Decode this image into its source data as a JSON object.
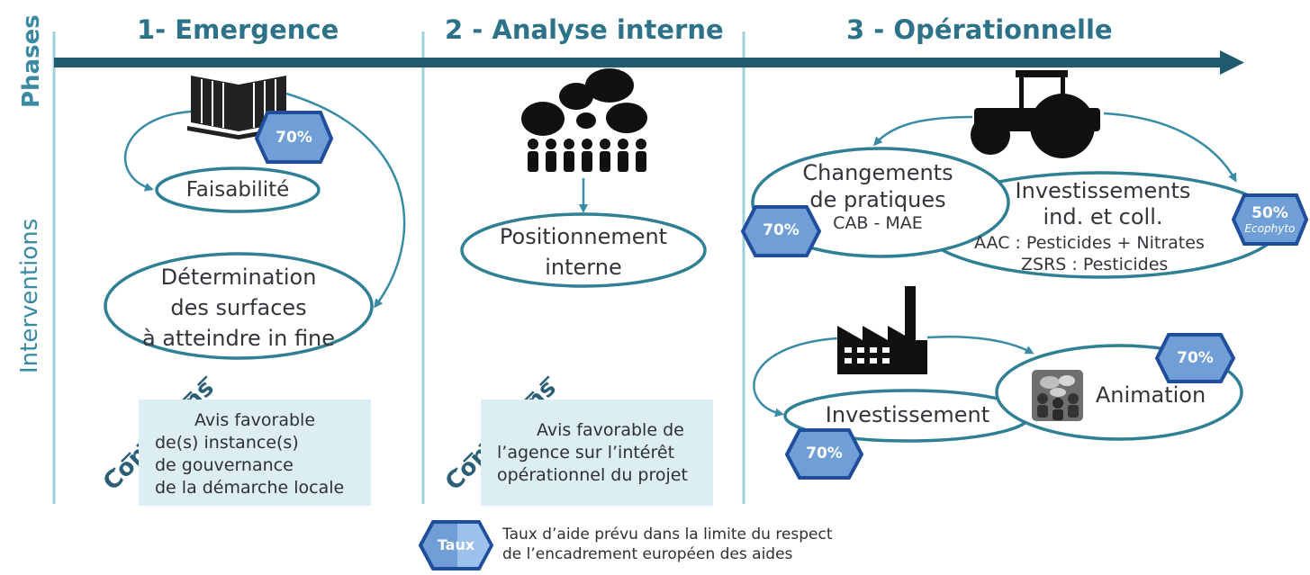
{
  "phases_label": "Phases",
  "interventions_label": "Interventions",
  "phases": [
    {
      "title": "1- Emergence"
    },
    {
      "title": "2 - Analyse interne"
    },
    {
      "title": "3 - Opérationnelle"
    }
  ],
  "phase1": {
    "faisabilite": "Faisabilité",
    "determination": [
      "Détermination",
      "des surfaces",
      "à atteindre in fine"
    ],
    "rate": "70%",
    "conditions_label": "Conditions",
    "conditions_text": [
      "Avis favorable",
      "de(s) instance(s)",
      "de gouvernance",
      "de la démarche locale"
    ]
  },
  "phase2": {
    "positionnement": [
      "Positionnement",
      "interne"
    ],
    "conditions_label": "Conditions",
    "conditions_text": [
      "Avis favorable de",
      "l’agence sur l’intérêt",
      "opérationnel du projet"
    ]
  },
  "phase3": {
    "changements": [
      "Changements",
      "de pratiques",
      "CAB - MAE"
    ],
    "changements_rate": "70%",
    "investissements": [
      "Investissements",
      "ind. et coll.",
      "AAC : Pesticides + Nitrates",
      "ZSRS : Pesticides"
    ],
    "investissements_rate": "50%",
    "investissements_rate_note": "Ecophyto",
    "investissement": "Investissement",
    "investissement_rate": "70%",
    "animation": "Animation",
    "animation_rate": "70%"
  },
  "legend": {
    "badge": "Taux",
    "text": [
      "Taux d’aide prévu dans la limite du respect",
      "de l’encadrement européen des aides"
    ]
  },
  "colors": {
    "teal_dark": "#1f5a6e",
    "teal": "#3a8ba6",
    "ellipse": "#2f7f95",
    "hex_fill": "#6f9fd6",
    "hex_stroke": "#1f4e9c",
    "cond_bg": "#dcedf4"
  },
  "icons": [
    "book-icon",
    "crowd-speech-icon",
    "tractor-icon",
    "factory-icon",
    "meeting-icon"
  ]
}
